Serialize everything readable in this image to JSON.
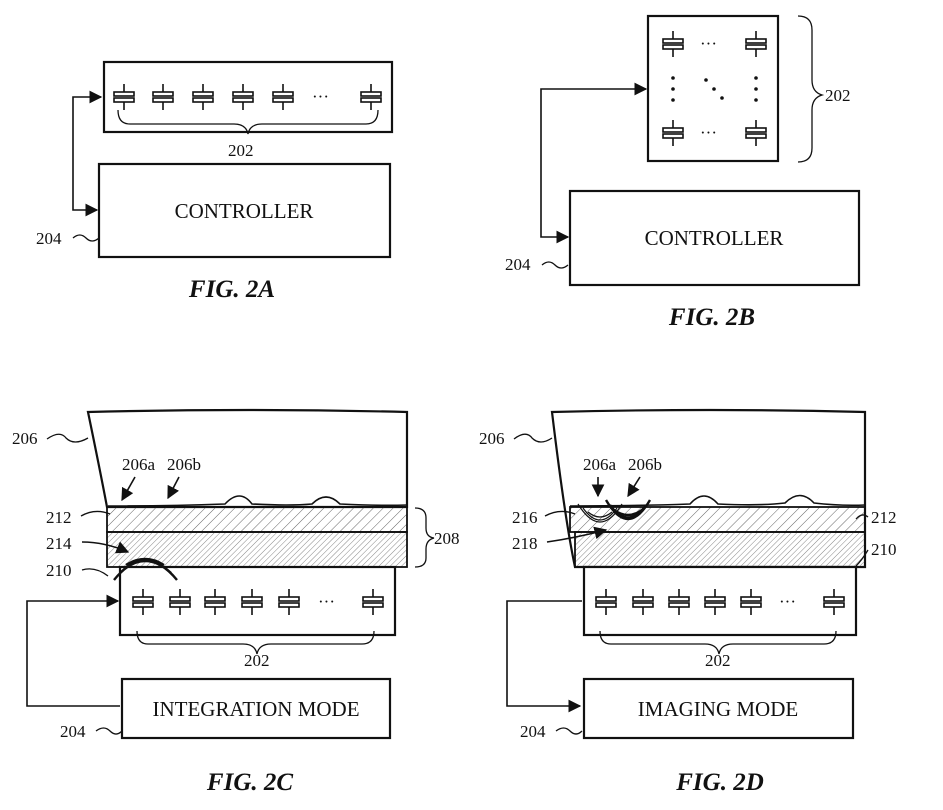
{
  "figures": {
    "a": {
      "caption": "FIG. 2A",
      "controller": "CONTROLLER",
      "array_ref": "202",
      "controller_ref": "204"
    },
    "b": {
      "caption": "FIG. 2B",
      "controller": "CONTROLLER",
      "array_ref": "202",
      "controller_ref": "204"
    },
    "c": {
      "caption": "FIG. 2C",
      "mode": "INTEGRATION MODE",
      "finger_ref": "206",
      "ridge_ref": "206a",
      "valley_ref": "206b",
      "layer1_ref": "212",
      "layer2_ref": "214",
      "wave_ref": "210",
      "stack_ref": "208",
      "array_ref": "202",
      "controller_ref": "204"
    },
    "d": {
      "caption": "FIG. 2D",
      "mode": "IMAGING MODE",
      "finger_ref": "206",
      "ridge_ref": "206a",
      "valley_ref": "206b",
      "wave_ref": "216",
      "reflect_ref": "218",
      "layer1_ref": "212",
      "bottom_ref": "210",
      "array_ref": "202",
      "controller_ref": "204"
    }
  },
  "ellipsis": "···",
  "diag_ellipsis": "·.·"
}
